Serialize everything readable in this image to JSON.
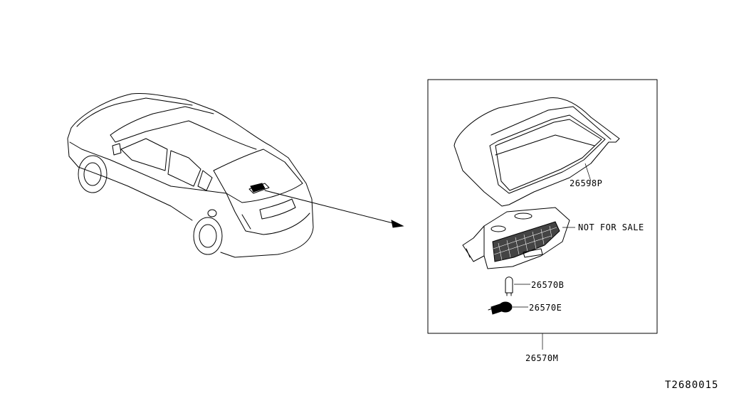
{
  "labels": {
    "part_housing": "26598P",
    "part_lamp_assy": "NOT FOR SALE",
    "part_bulb": "26570B",
    "part_socket": "26570E",
    "part_assembly": "26570M",
    "diagram_code": "T2680015"
  }
}
